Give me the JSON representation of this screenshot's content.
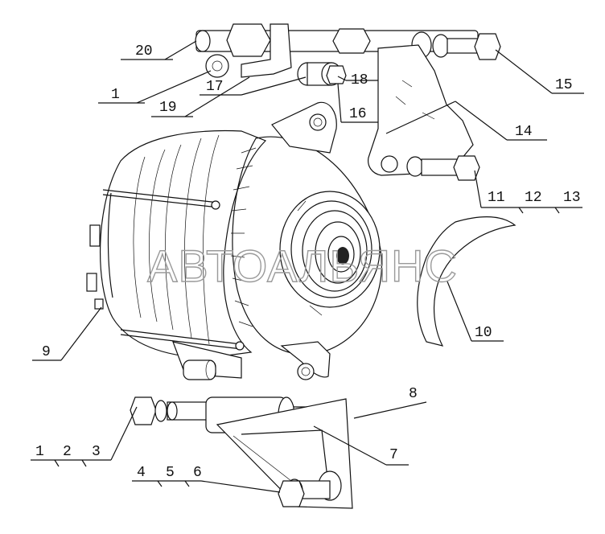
{
  "watermark": "АВТОАЛЬЯНС",
  "callouts": [
    {
      "id": "c20",
      "text": "20"
    },
    {
      "id": "c1a",
      "text": "1"
    },
    {
      "id": "c19",
      "text": "19"
    },
    {
      "id": "c17",
      "text": "17"
    },
    {
      "id": "c18",
      "text": "18"
    },
    {
      "id": "c16",
      "text": "16"
    },
    {
      "id": "c15",
      "text": "15"
    },
    {
      "id": "c14",
      "text": "14"
    },
    {
      "id": "c11",
      "text": "11"
    },
    {
      "id": "c12",
      "text": "12"
    },
    {
      "id": "c13",
      "text": "13"
    },
    {
      "id": "c10",
      "text": "10"
    },
    {
      "id": "c9",
      "text": "9"
    },
    {
      "id": "c8",
      "text": "8"
    },
    {
      "id": "c7",
      "text": "7"
    },
    {
      "id": "c1b",
      "text": "1"
    },
    {
      "id": "c2",
      "text": "2"
    },
    {
      "id": "c3",
      "text": "3"
    },
    {
      "id": "c4",
      "text": "4"
    },
    {
      "id": "c5",
      "text": "5"
    },
    {
      "id": "c6",
      "text": "6"
    }
  ]
}
